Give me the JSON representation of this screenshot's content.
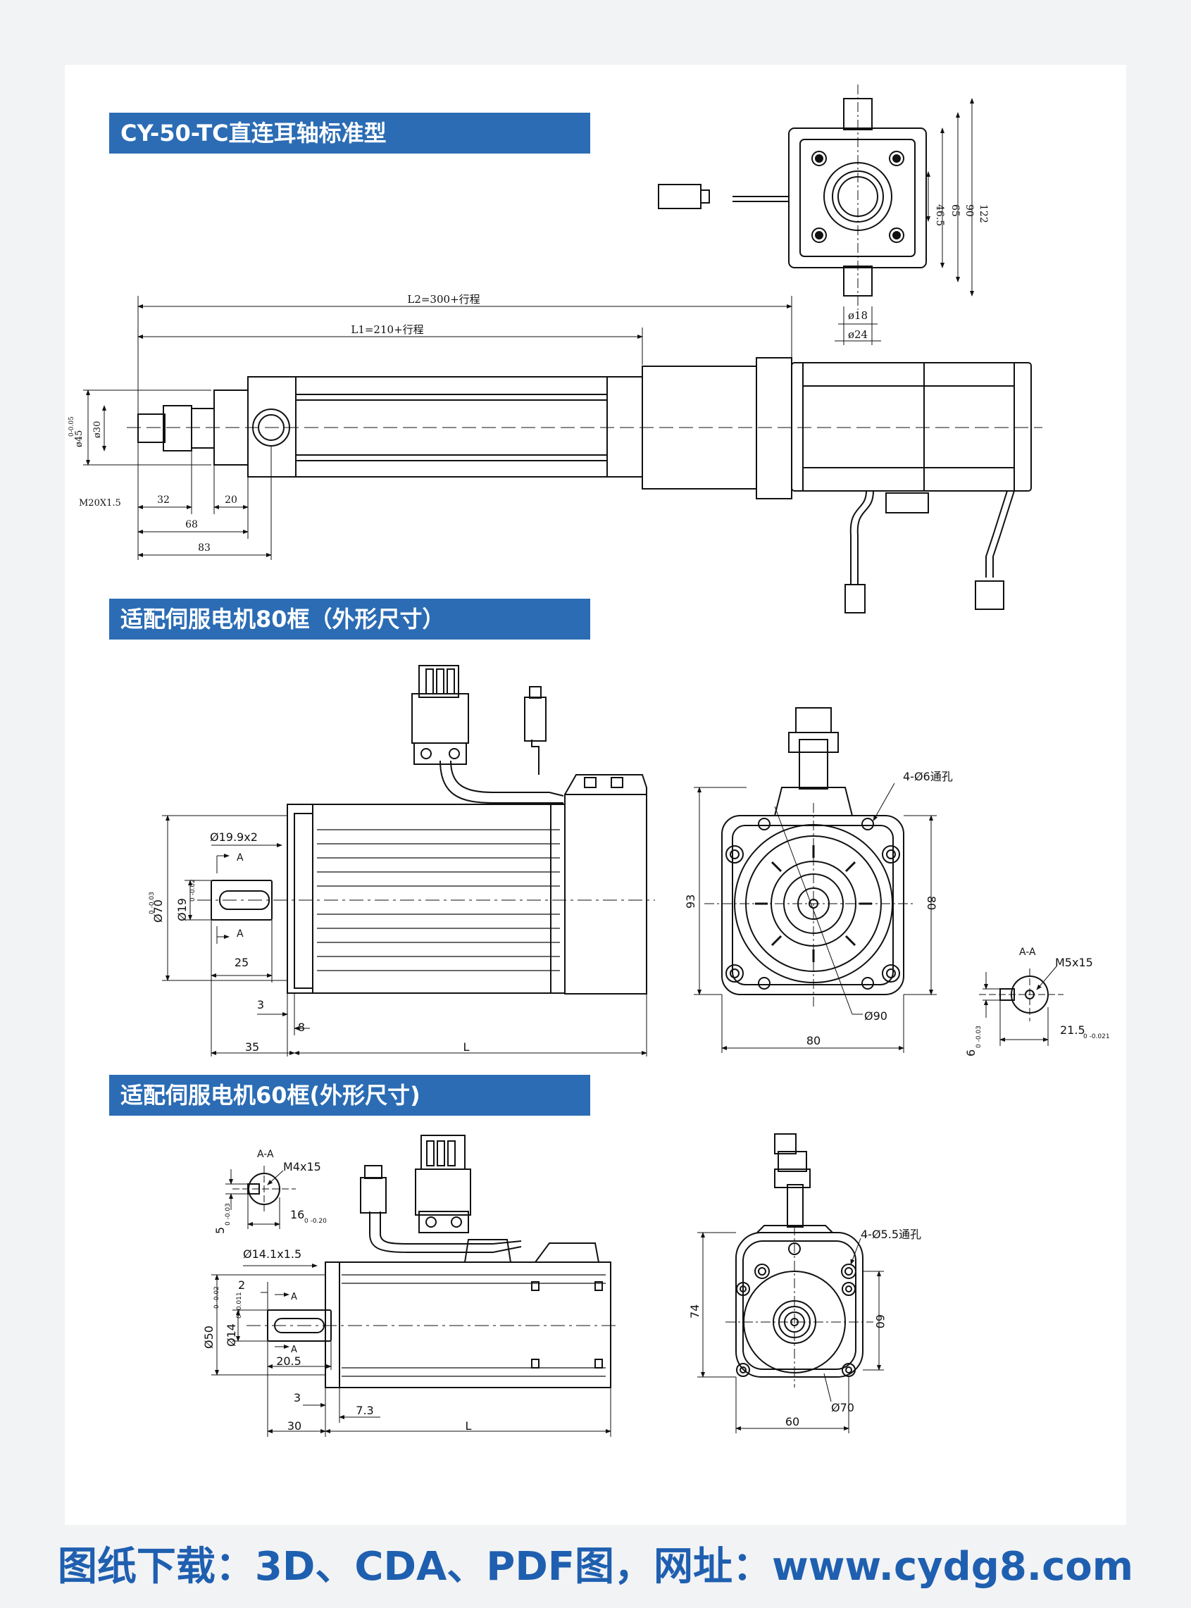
{
  "sections": {
    "actuator_title": "CY-50-TC直连耳轴标准型",
    "motor80_title": "适配伺服电机80框（外形尺寸）",
    "motor60_title": "适配伺服电机60框(外形尺寸)"
  },
  "actuator": {
    "L2": "L2=300+行程",
    "L1": "L1=210+行程",
    "d45": "ø45",
    "d45_tol": "0-0.05",
    "d30": "ø30",
    "thread": "M20X1.5",
    "d32": "32",
    "d20": "20",
    "d68": "68",
    "d83": "83",
    "d18": "ø18",
    "d24": "ø24",
    "d46_5": "46.5",
    "d65": "65",
    "d90": "90",
    "d122": "122"
  },
  "motor80": {
    "shaft_key": "Ø19.9x2",
    "section_a": "A",
    "d70": "Ø70",
    "d70_tol": "0 -0.03",
    "d19": "Ø19",
    "d19_tol": "0 -0.02",
    "d25": "25",
    "d3": "3",
    "d8": "8",
    "d35": "35",
    "dL": "L",
    "d93": "93",
    "d80_side": "80",
    "d80_bottom": "80",
    "holes": "4-Ø6通孔",
    "d90": "Ø90",
    "aa": "A-A",
    "m5": "M5x15",
    "d6": "6",
    "d6_tol": "0 -0.03",
    "d21_5": "21.5",
    "d21_5_tol": "0 -0.021"
  },
  "motor60": {
    "aa": "A-A",
    "m4": "M4x15",
    "d5": "5",
    "d5_tol": "0 -0.03",
    "d16": "16",
    "d16_tol": "0 -0.20",
    "shaft_key": "Ø14.1x1.5",
    "d2": "2",
    "section_a": "A",
    "d50": "Ø50",
    "d50_tol": "0 -0.02",
    "d14": "Ø14",
    "d14_tol": "0 -0.011",
    "d20_5": "20.5",
    "d3": "3",
    "d7_3": "7.3",
    "d30": "30",
    "dL": "L",
    "d74": "74",
    "d60_side": "60",
    "holes": "4-Ø5.5通孔",
    "d70": "Ø70",
    "d60_bottom": "60"
  },
  "footer": "图纸下载：3D、CDA、PDF图，网址：www.cydg8.com"
}
